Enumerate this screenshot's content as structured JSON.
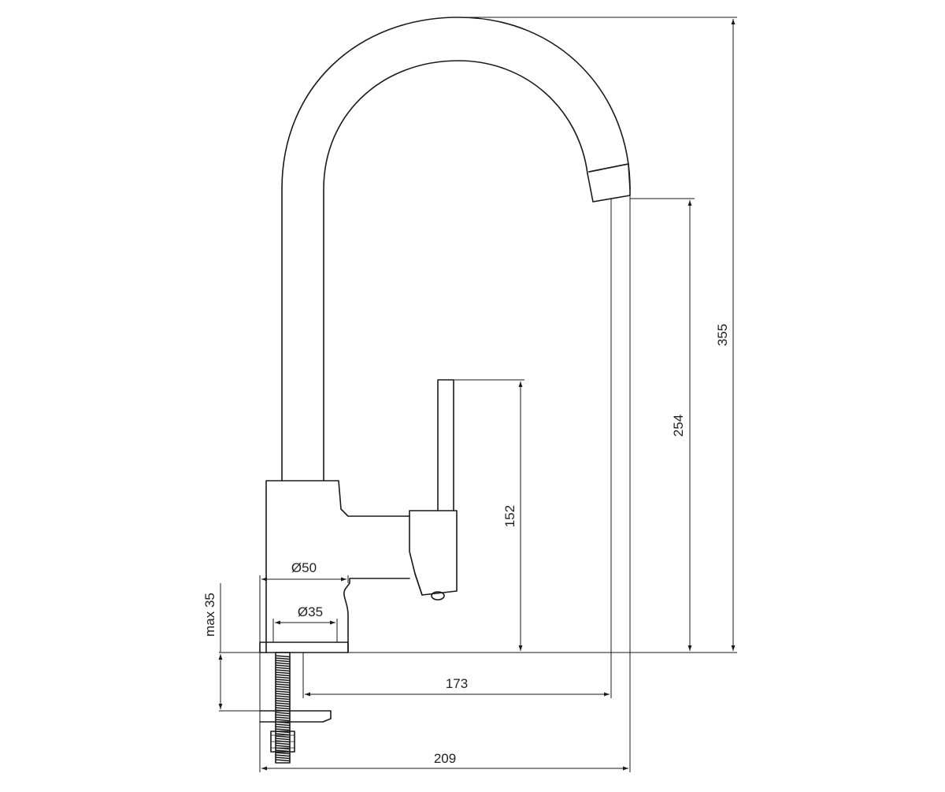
{
  "dimensions": {
    "total_height": "355",
    "spout_height": "254",
    "lever_height": "152",
    "base_diameter": "Ø50",
    "hole_diameter": "Ø35",
    "max_thickness": "max 35",
    "spout_reach": "173",
    "total_depth": "209"
  },
  "colors": {
    "line": "#1a1a1a",
    "background": "#ffffff"
  }
}
